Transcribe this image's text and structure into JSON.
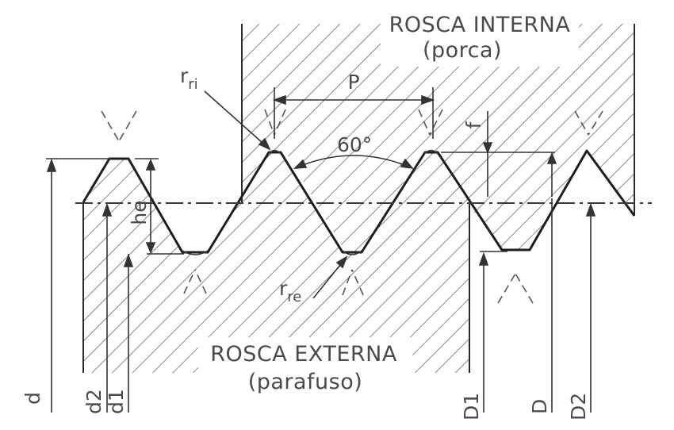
{
  "diagram": {
    "internal_thread": {
      "title": "ROSCA INTERNA",
      "subtitle": "(porca)"
    },
    "external_thread": {
      "title": "ROSCA EXTERNA",
      "subtitle": "(parafuso)"
    },
    "symbols": {
      "pitch": "P",
      "angle": "60°",
      "radius_internal": "r",
      "radius_internal_sub": "ri",
      "radius_external": "r",
      "radius_external_sub": "re",
      "height_external": "he",
      "height_internal": "f"
    },
    "diameters": {
      "d": "d",
      "d2": "d2",
      "d1": "d1",
      "D1": "D1",
      "D": "D",
      "D2": "D2"
    }
  }
}
